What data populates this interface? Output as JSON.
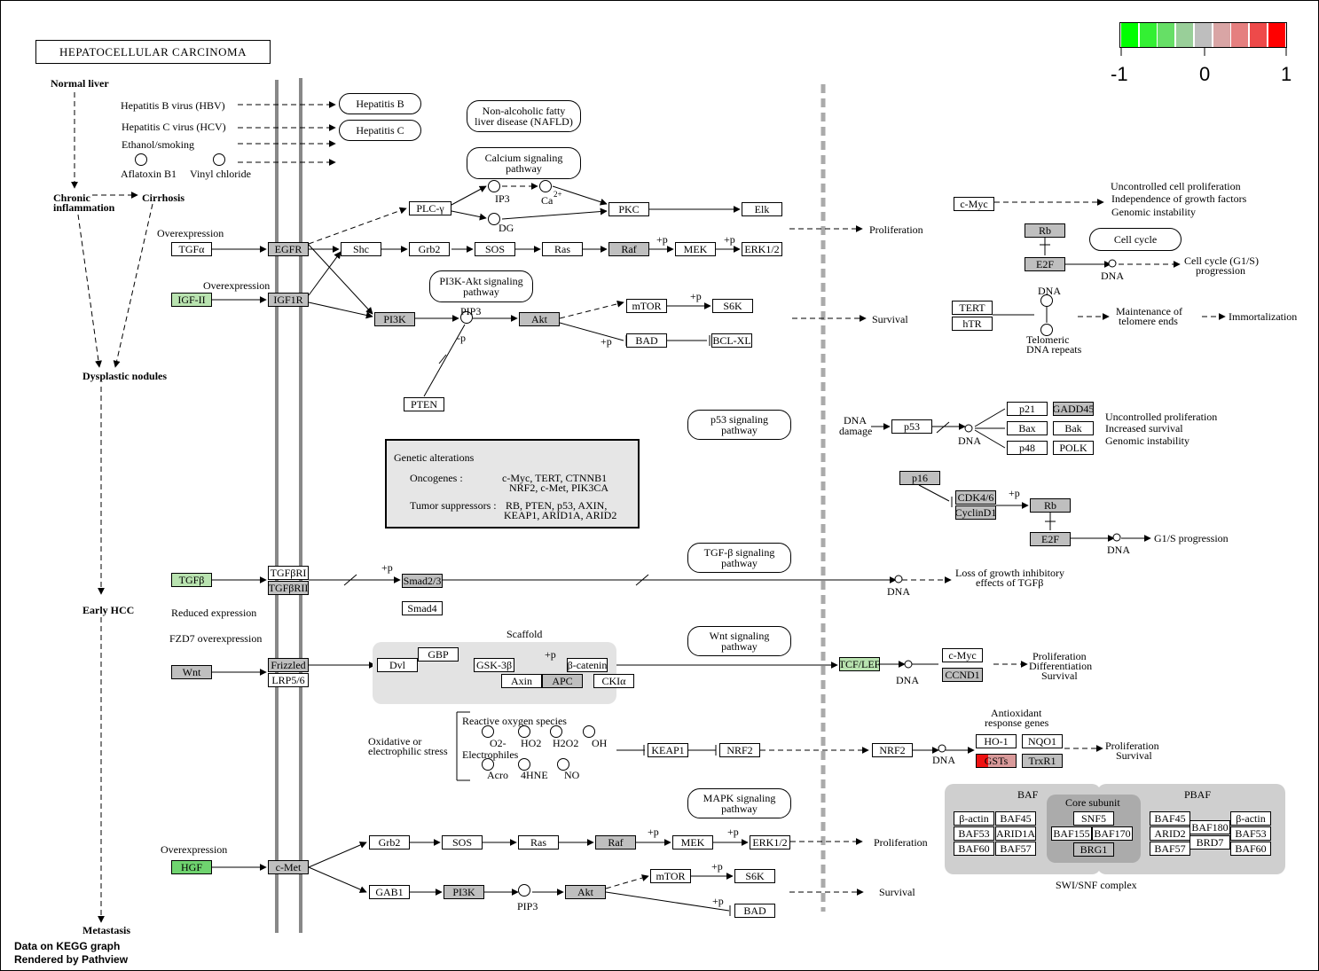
{
  "title": "HEPATOCELLULAR CARCINOMA",
  "legend": {
    "ticks": [
      "-1",
      "0",
      "1"
    ],
    "colors": [
      "#00ff00",
      "#33f033",
      "#66df66",
      "#99cf99",
      "#bebebe",
      "#d9a5a5",
      "#e57f7f",
      "#ee4a4a",
      "#ff0000"
    ]
  },
  "credits": [
    "Data on KEGG graph",
    "Rendered by Pathview"
  ],
  "genetic": {
    "title": "Genetic alterations",
    "oncogenes_label": "Oncogenes :",
    "oncogenes_1": "c-Myc, TERT, CTNNB1",
    "oncogenes_2": "NRF2, c-Met, PIK3CA",
    "suppressors_label": "Tumor suppressors :",
    "suppressors_1": "RB, PTEN, p53, AXIN,",
    "suppressors_2": "KEAP1, ARID1A, ARID2"
  },
  "genes": [
    {
      "label": "TGFα",
      "fill": "white"
    },
    {
      "label": "EGFR",
      "fill": "gray"
    },
    {
      "label": "IGF-II",
      "fill": "lgreen"
    },
    {
      "label": "IGF1R",
      "fill": "gray"
    },
    {
      "label": "PLC-γ",
      "fill": "white"
    },
    {
      "label": "PKC",
      "fill": "white"
    },
    {
      "label": "Elk",
      "fill": "white"
    },
    {
      "label": "Shc",
      "fill": "white"
    },
    {
      "label": "Grb2",
      "fill": "white"
    },
    {
      "label": "SOS",
      "fill": "white"
    },
    {
      "label": "Ras",
      "fill": "white"
    },
    {
      "label": "Raf",
      "fill": "gray"
    },
    {
      "label": "MEK",
      "fill": "white"
    },
    {
      "label": "ERK1/2",
      "fill": "white"
    },
    {
      "label": "PI3K",
      "fill": "gray"
    },
    {
      "label": "Akt",
      "fill": "gray"
    },
    {
      "label": "mTOR",
      "fill": "white"
    },
    {
      "label": "S6K",
      "fill": "white"
    },
    {
      "label": "BAD",
      "fill": "white"
    },
    {
      "label": "BCL-XL",
      "fill": "white"
    },
    {
      "label": "PTEN",
      "fill": "white"
    },
    {
      "label": "c-Myc",
      "fill": "white"
    },
    {
      "label": "Rb",
      "fill": "gray"
    },
    {
      "label": "E2F",
      "fill": "gray"
    },
    {
      "label": "TERT",
      "fill": "white"
    },
    {
      "label": "hTR",
      "fill": "white"
    },
    {
      "label": "p53",
      "fill": "white"
    },
    {
      "label": "p21",
      "fill": "white"
    },
    {
      "label": "GADD45",
      "fill": "gray"
    },
    {
      "label": "Bax",
      "fill": "white"
    },
    {
      "label": "Bak",
      "fill": "white"
    },
    {
      "label": "p48",
      "fill": "white"
    },
    {
      "label": "POLK",
      "fill": "white"
    },
    {
      "label": "p16",
      "fill": "gray"
    },
    {
      "label": "CDK4/6",
      "fill": "gray"
    },
    {
      "label": "CyclinD1",
      "fill": "gray"
    },
    {
      "label": "Rb",
      "fill": "gray"
    },
    {
      "label": "E2F",
      "fill": "gray"
    },
    {
      "label": "TGFβ",
      "fill": "lgreen"
    },
    {
      "label": "TGFβRI",
      "fill": "white"
    },
    {
      "label": "TGFβRII",
      "fill": "gray"
    },
    {
      "label": "Smad2/3",
      "fill": "gray"
    },
    {
      "label": "Smad4",
      "fill": "white"
    },
    {
      "label": "Wnt",
      "fill": "gray"
    },
    {
      "label": "Frizzled",
      "fill": "gray"
    },
    {
      "label": "LRP5/6",
      "fill": "white"
    },
    {
      "label": "Dvl",
      "fill": "white"
    },
    {
      "label": "GBP",
      "fill": "white"
    },
    {
      "label": "GSK-3β",
      "fill": "white"
    },
    {
      "label": "β-catenin",
      "fill": "white"
    },
    {
      "label": "Axin",
      "fill": "white"
    },
    {
      "label": "APC",
      "fill": "gray"
    },
    {
      "label": "CKIα",
      "fill": "white"
    },
    {
      "label": "TCF/LEF",
      "fill": "lgreen"
    },
    {
      "label": "c-Myc",
      "fill": "white"
    },
    {
      "label": "CCND1",
      "fill": "gray"
    },
    {
      "label": "KEAP1",
      "fill": "white"
    },
    {
      "label": "NRF2",
      "fill": "white"
    },
    {
      "label": "NRF2",
      "fill": "white"
    },
    {
      "label": "HO-1",
      "fill": "white"
    },
    {
      "label": "NQO1",
      "fill": "white"
    },
    {
      "label": "GSTs",
      "fill": "split"
    },
    {
      "label": "TrxR1",
      "fill": "gray"
    },
    {
      "label": "HGF",
      "fill": "green"
    },
    {
      "label": "c-Met",
      "fill": "gray"
    },
    {
      "label": "Grb2",
      "fill": "white"
    },
    {
      "label": "SOS",
      "fill": "white"
    },
    {
      "label": "Ras",
      "fill": "white"
    },
    {
      "label": "Raf",
      "fill": "gray"
    },
    {
      "label": "MEK",
      "fill": "white"
    },
    {
      "label": "ERK1/2",
      "fill": "white"
    },
    {
      "label": "GAB1",
      "fill": "white"
    },
    {
      "label": "PI3K",
      "fill": "gray"
    },
    {
      "label": "Akt",
      "fill": "gray"
    },
    {
      "label": "mTOR",
      "fill": "white"
    },
    {
      "label": "S6K",
      "fill": "white"
    },
    {
      "label": "BAD",
      "fill": "white"
    },
    {
      "label": "β-actin",
      "fill": "white"
    },
    {
      "label": "BAF45",
      "fill": "white"
    },
    {
      "label": "BAF53",
      "fill": "white"
    },
    {
      "label": "ARID1A",
      "fill": "white"
    },
    {
      "label": "BAF60",
      "fill": "white"
    },
    {
      "label": "BAF57",
      "fill": "white"
    },
    {
      "label": "SNF5",
      "fill": "white"
    },
    {
      "label": "BAF155",
      "fill": "white"
    },
    {
      "label": "BAF170",
      "fill": "white"
    },
    {
      "label": "BRG1",
      "fill": "gray"
    },
    {
      "label": "BAF45",
      "fill": "white"
    },
    {
      "label": "β-actin",
      "fill": "white"
    },
    {
      "label": "ARID2",
      "fill": "white"
    },
    {
      "label": "BAF180",
      "fill": "white"
    },
    {
      "label": "BAF53",
      "fill": "white"
    },
    {
      "label": "BAF57",
      "fill": "white"
    },
    {
      "label": "BRD7",
      "fill": "white"
    },
    {
      "label": "BAF60",
      "fill": "white"
    }
  ],
  "pathways": [
    "Hepatitis B",
    "Hepatitis C",
    "Non-alcoholic fatty liver disease (NAFLD)",
    "Calcium signaling pathway",
    "PI3K-Akt signaling pathway",
    "Cell cycle",
    "p53 signaling pathway",
    "TGF-β signaling pathway",
    "Wnt signaling pathway",
    "MAPK signaling pathway"
  ],
  "labels": {
    "normal_liver": "Normal liver",
    "chronic": "Chronic",
    "inflammation": "inflammation",
    "cirrhosis": "Cirrhosis",
    "dysplastic": "Dysplastic nodules",
    "early_hcc": "Early HCC",
    "metastasis": "Metastasis",
    "hbv": "Hepatitis B virus (HBV)",
    "hcv": "Hepatitis C virus (HCV)",
    "ethanol": "Ethanol/smoking",
    "aflatoxin": "Aflatoxin B1",
    "vinyl": "Vinyl chloride",
    "overexp": "Overexpression",
    "reduced": "Reduced expression",
    "fzd7": "FZD7 overexpression",
    "ip3": "IP3",
    "ca": "Ca",
    "ca_sup": "2+",
    "dg": "DG",
    "pip3": "PIP3",
    "plus_p": "+p",
    "minus_p": "-p",
    "proliferation": "Proliferation",
    "survival": "Survival",
    "uncontrolled_1": "Uncontrolled cell proliferation",
    "uncontrolled_2": "Independence of growth factors",
    "uncontrolled_3": "Genomic instability",
    "dna": "DNA",
    "cellcycle_g1s": "Cell cycle (G1/S)",
    "progression": "progression",
    "maintenance": "Maintenance of",
    "telomere_ends": "telomere ends",
    "immortalization": "Immortalization",
    "telomeric": "Telomeric",
    "dna_repeats": "DNA repeats",
    "dna_damage_1": "DNA",
    "dna_damage_2": "damage",
    "p53_out_1": "Uncontrolled proliferation",
    "p53_out_2": "Increased survival",
    "p53_out_3": "Genomic instability",
    "g1s": "G1/S progression",
    "loss_1": "Loss of growth inhibitory",
    "loss_2": "effects of TGFβ",
    "scaffold": "Scaffold",
    "wnt_out_1": "Proliferation",
    "wnt_out_2": "Differentiation",
    "wnt_out_3": "Survival",
    "ros": "Reactive oxygen species",
    "o2": "O2-",
    "ho2": "HO2",
    "h2o2": "H2O2",
    "oh": "OH",
    "electrophiles": "Electrophiles",
    "acro": "Acro",
    "hne": "4HNE",
    "no": "NO",
    "oxidative_1": "Oxidative or",
    "oxidative_2": "electrophilic stress",
    "antioxidant_1": "Antioxidant",
    "antioxidant_2": "response genes",
    "nrf_out_1": "Proliferation",
    "nrf_out_2": "Survival",
    "baf": "BAF",
    "pbaf": "PBAF",
    "core": "Core subunit",
    "swisnf": "SWI/SNF complex"
  }
}
